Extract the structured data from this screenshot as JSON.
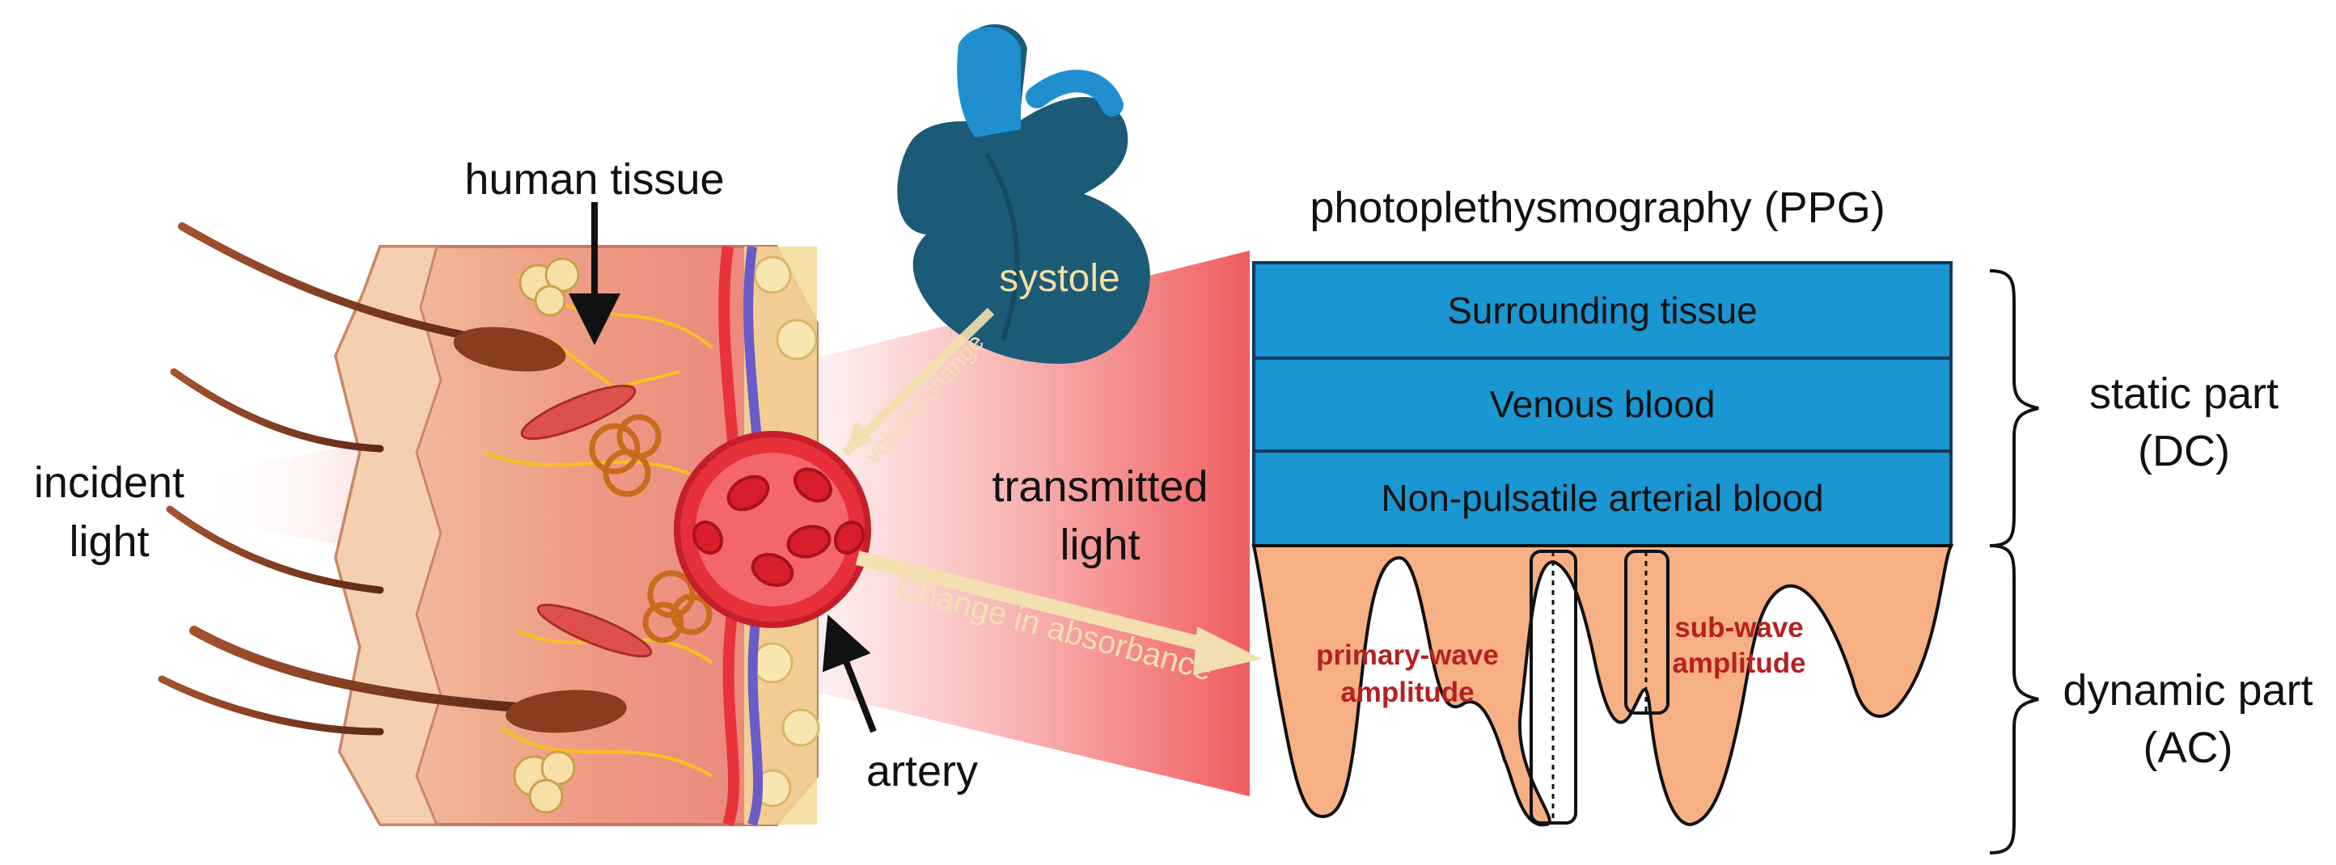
{
  "labels": {
    "human_tissue": "human tissue",
    "incident_light": [
      "incident",
      "light"
    ],
    "transmitted_light": [
      "transmitted",
      "light"
    ],
    "artery": "artery",
    "systole": "systole",
    "volume_change": "volume change",
    "change_in_absorbance": "Change in absorbance",
    "ppg_title": "photoplethysmography (PPG)"
  },
  "layers": [
    {
      "label": "Surrounding tissue",
      "color": "#1a96d2"
    },
    {
      "label": "Venous blood",
      "color": "#1a96d2"
    },
    {
      "label": "Non-pulsatile arterial blood",
      "color": "#1a96d2"
    }
  ],
  "waveform": {
    "color": "#f7b084",
    "primary_label": [
      "primary-wave",
      "amplitude"
    ],
    "sub_label": [
      "sub-wave",
      "amplitude"
    ]
  },
  "brackets": {
    "static": [
      "static part",
      "(DC)"
    ],
    "dynamic": [
      "dynamic part",
      "(AC)"
    ]
  },
  "colors": {
    "heart": "#1c5b78",
    "heart_light": "#1f8fd0",
    "artery_red": "#e8303a",
    "beam": "#f06a6a",
    "arrow_cream": "#f3dfb0"
  }
}
